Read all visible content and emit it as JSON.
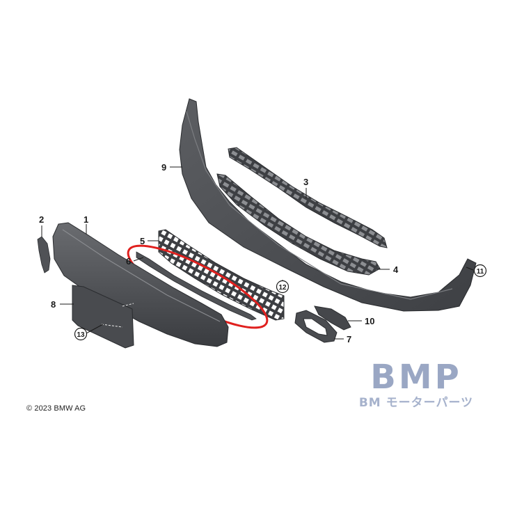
{
  "callouts": {
    "c1": "1",
    "c2": "2",
    "c3": "3",
    "c4": "4",
    "c5": "5",
    "c6": "6",
    "c7": "7",
    "c8": "8",
    "c9": "9",
    "c10": "10",
    "c11": "11",
    "c12": "12",
    "c13": "13"
  },
  "copyright": "© 2023 BMW AG",
  "logo": {
    "main": "BMP",
    "sub": "BM モーターパーツ"
  },
  "colors": {
    "part_fill": "#4a4c50",
    "part_dark": "#2f3134",
    "highlight": "#e0201e",
    "logo": "#9aa7c4"
  }
}
